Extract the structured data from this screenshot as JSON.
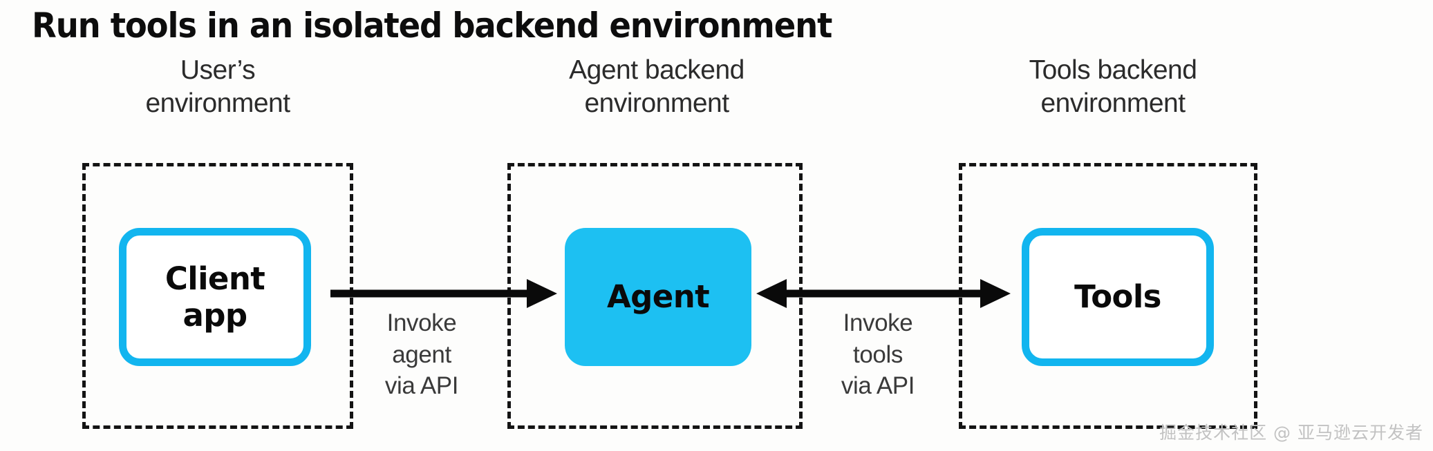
{
  "title": "Run tools in an isolated backend environment",
  "columns": [
    {
      "id": "user",
      "heading_line1": "User’s",
      "heading_line2": "environment",
      "node_label_line1": "Client",
      "node_label_line2": "app",
      "node_style": "outlined"
    },
    {
      "id": "agent",
      "heading_line1": "Agent backend",
      "heading_line2": "environment",
      "node_label_line1": "Agent",
      "node_label_line2": "",
      "node_style": "filled"
    },
    {
      "id": "tools",
      "heading_line1": "Tools backend",
      "heading_line2": "environment",
      "node_label_line1": "Tools",
      "node_label_line2": "",
      "node_style": "outlined"
    }
  ],
  "connectors": [
    {
      "id": "invoke-agent",
      "direction": "one-way",
      "from": "Client app",
      "to": "Agent",
      "caption_line1": "Invoke",
      "caption_line2": "agent",
      "caption_line3": "via API"
    },
    {
      "id": "invoke-tools",
      "direction": "two-way",
      "from": "Agent",
      "to": "Tools",
      "caption_line1": "Invoke",
      "caption_line2": "tools",
      "caption_line3": "via API"
    }
  ],
  "watermark": "掘金技术社区 @ 亚马逊云开发者",
  "colors": {
    "accent_cyan": "#12b5ef",
    "agent_fill": "#1dc0f2",
    "dashed_border": "#141414",
    "arrow": "#0a0a0a",
    "title_text": "#0d0d0d",
    "body_text": "#2b2b2b",
    "watermark_text": "#c2c2c2",
    "background": "#fdfdfc"
  }
}
